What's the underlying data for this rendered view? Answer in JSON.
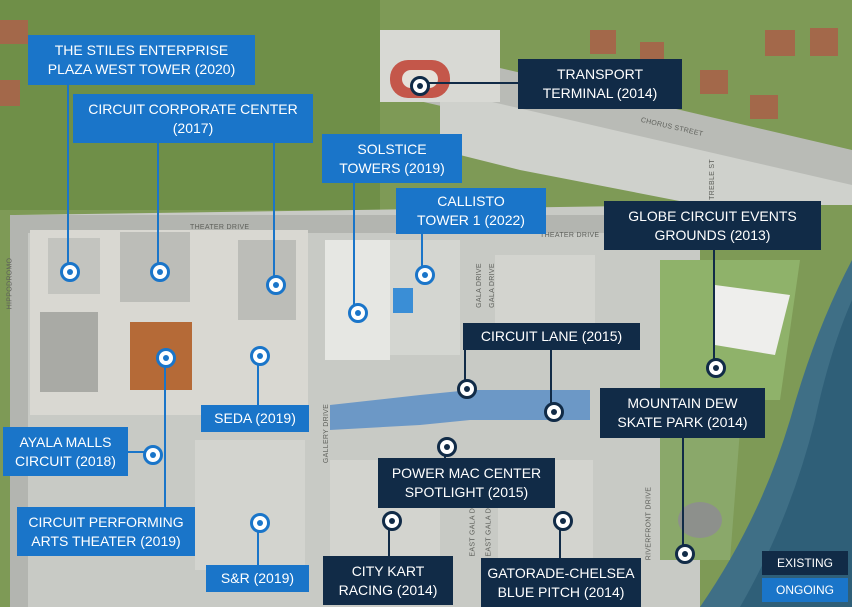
{
  "streets": {
    "chorus": "CHORUS STREET",
    "theater_west": "THEATER DRIVE",
    "theater_east": "THEATER DRIVE",
    "gallery": "GALLERY DRIVE",
    "gala_1": "GALA DRIVE",
    "gala_2": "GALA DRIVE",
    "east_gala_1": "EAST GALA DRIVE",
    "east_gala_2": "EAST GALA DRIVE",
    "riverfront": "RIVERFRONT DRIVE",
    "hippodromo": "HIPPODROMO",
    "treble": "TREBLE ST"
  },
  "labels": {
    "stiles": [
      "THE STILES ENTERPRISE",
      "PLAZA WEST TOWER (2020)"
    ],
    "corporate": [
      "CIRCUIT CORPORATE CENTER",
      "(2017)"
    ],
    "solstice": [
      "SOLSTICE",
      "TOWERS (2019)"
    ],
    "callisto": [
      "CALLISTO",
      "TOWER 1 (2022)"
    ],
    "transport": [
      "TRANSPORT",
      "TERMINAL (2014)"
    ],
    "globe": [
      "GLOBE CIRCUIT EVENTS",
      "GROUNDS (2013)"
    ],
    "circuit_lane": [
      "CIRCUIT LANE (2015)"
    ],
    "seda": [
      "SEDA (2019)"
    ],
    "ayala": [
      "AYALA MALLS",
      "CIRCUIT (2018)"
    ],
    "mountain_dew": [
      "MOUNTAIN DEW",
      "SKATE PARK (2014)"
    ],
    "power_mac": [
      "POWER MAC CENTER",
      "SPOTLIGHT (2015)"
    ],
    "performing": [
      "CIRCUIT PERFORMING",
      "ARTS THEATER (2019)"
    ],
    "snr": [
      "S&R (2019)"
    ],
    "city_kart": [
      "CITY KART",
      "RACING (2014)"
    ],
    "gatorade": [
      "GATORADE-CHELSEA",
      "BLUE PITCH (2014)"
    ]
  },
  "legend": {
    "existing": "EXISTING",
    "ongoing": "ONGOING"
  },
  "colors": {
    "existing": "#112b47",
    "ongoing": "#1a75c9"
  }
}
